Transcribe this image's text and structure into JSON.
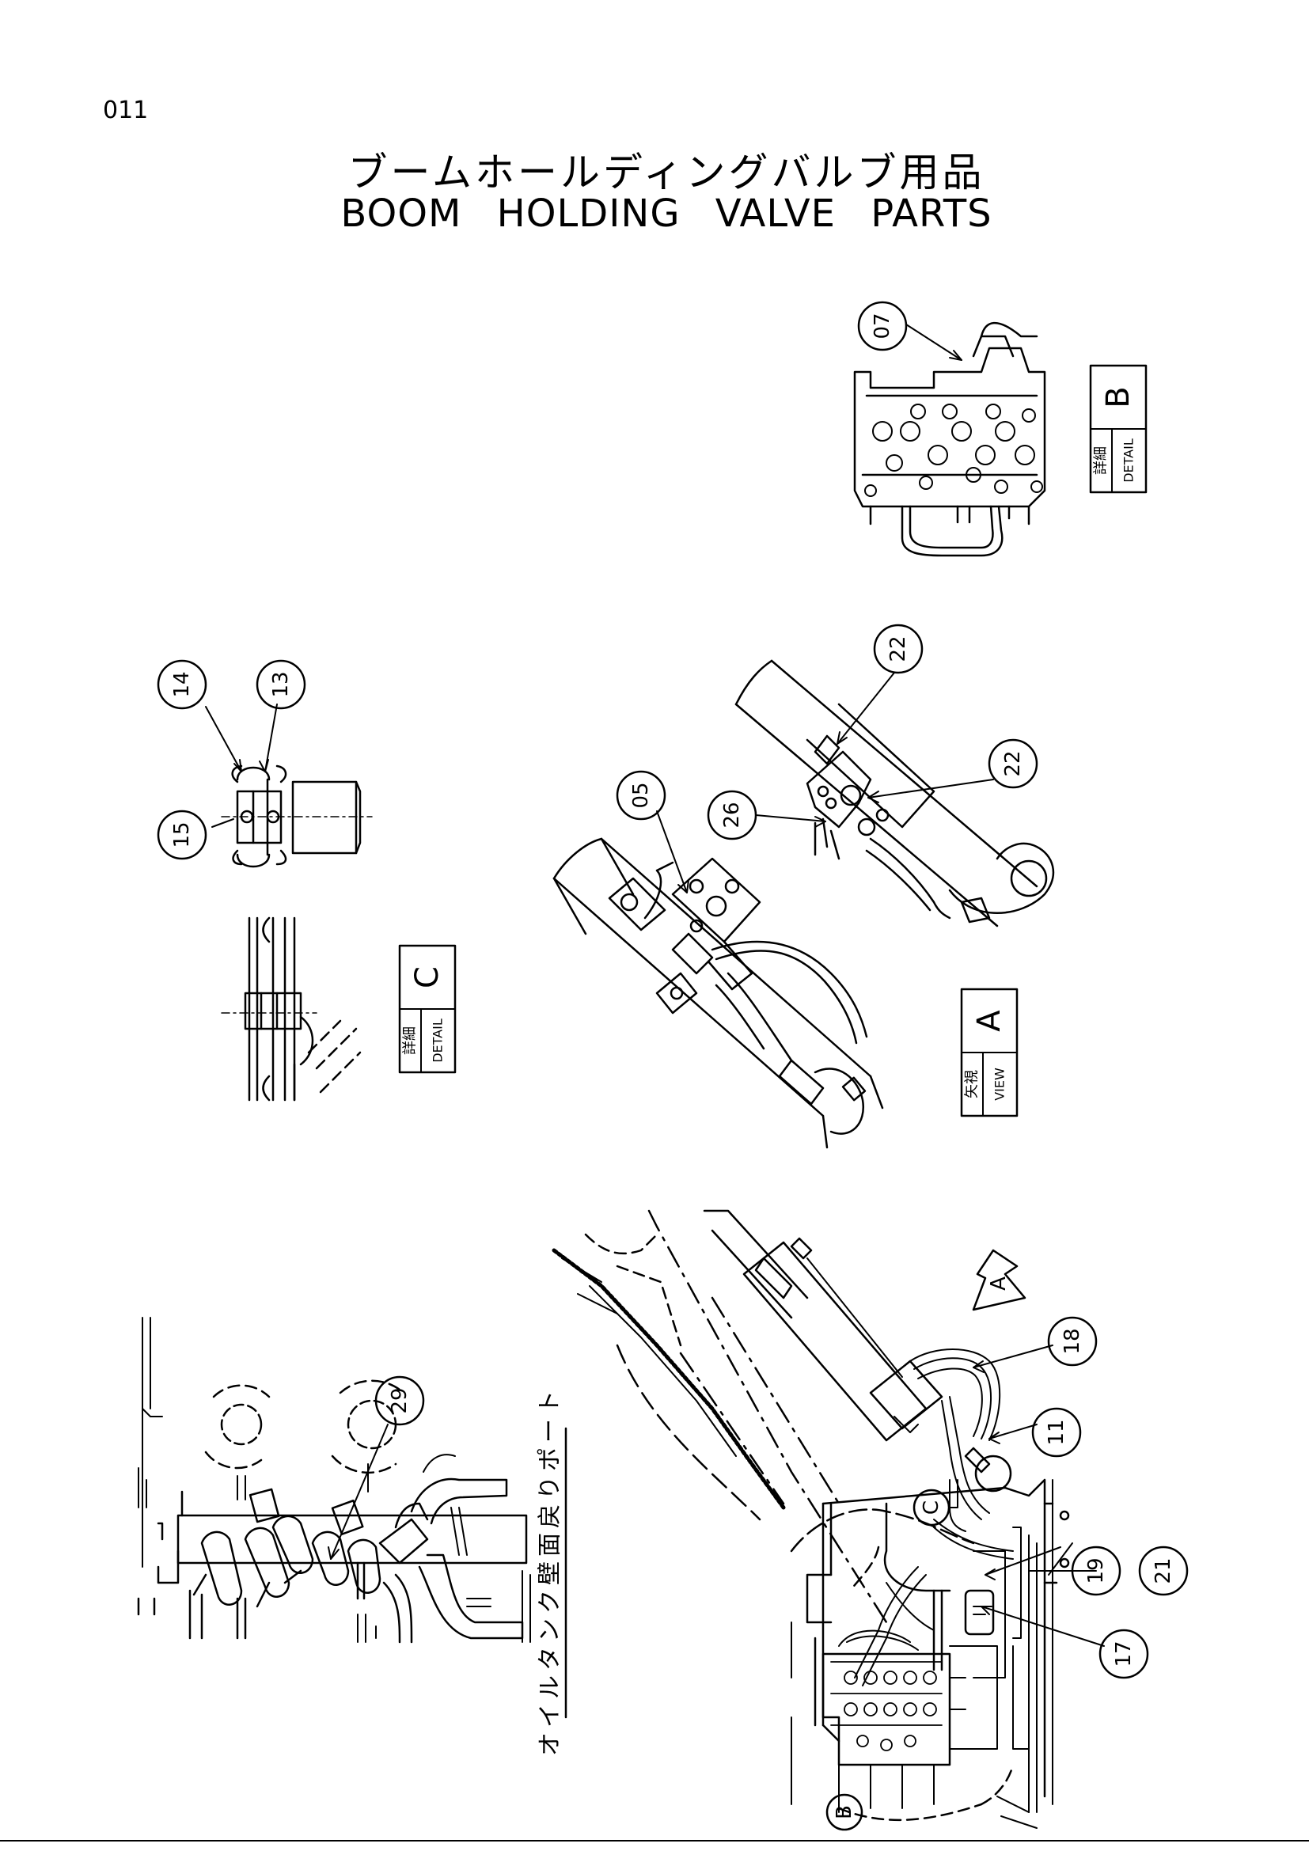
{
  "page": {
    "number": "011"
  },
  "title": {
    "japanese": "ブームホールディングバルブ用品",
    "english": "BOOM  HOLDING  VALVE  PARTS"
  },
  "callouts": [
    "07",
    "14",
    "13",
    "15",
    "22",
    "22",
    "05",
    "26",
    "18",
    "11",
    "29",
    "19",
    "21",
    "17"
  ],
  "view_labels": {
    "detail_b": {
      "jp": "詳細",
      "en": "DETAIL",
      "letter": "B"
    },
    "detail_c": {
      "jp": "詳細",
      "en": "DETAIL",
      "letter": "C"
    },
    "view_a": {
      "jp": "矢視",
      "en": "VIEW",
      "letter": "A"
    }
  },
  "markers": {
    "arrow_a": "A",
    "circle_c": "C",
    "circle_b": "B"
  },
  "note_jp": "オイルタンク壁面戻りポート"
}
